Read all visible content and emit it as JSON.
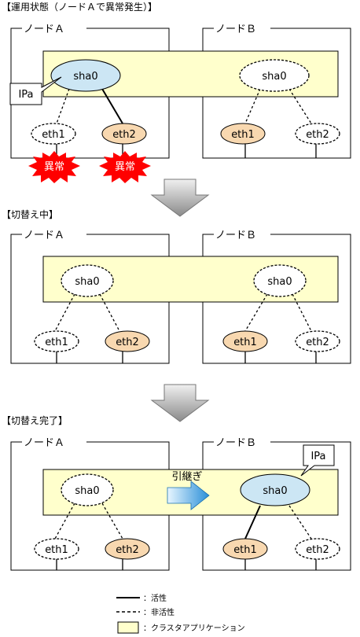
{
  "sections": {
    "s1": "【運用状態（ノードＡで異常発生）】",
    "s2": "【切替え中】",
    "s3": "【切替え完了】"
  },
  "node_a": "ノードＡ",
  "node_b": "ノードＢ",
  "sha0": "sha0",
  "eth1": "eth1",
  "eth2": "eth2",
  "ipa": "IPa",
  "abnormal": "異常",
  "takeover": "引継ぎ",
  "legend": {
    "active": "：活性",
    "inactive": "：非活性",
    "cluster_app": "：クラスタアプリケーション"
  },
  "colors": {
    "cluster_app_fill": "#ffffcc",
    "active_sha_fill": "#cce6f4",
    "active_eth_fill": "#f8d8b0",
    "alert_red": "#ff0000",
    "arrow_blue": "#2a8fd8"
  }
}
